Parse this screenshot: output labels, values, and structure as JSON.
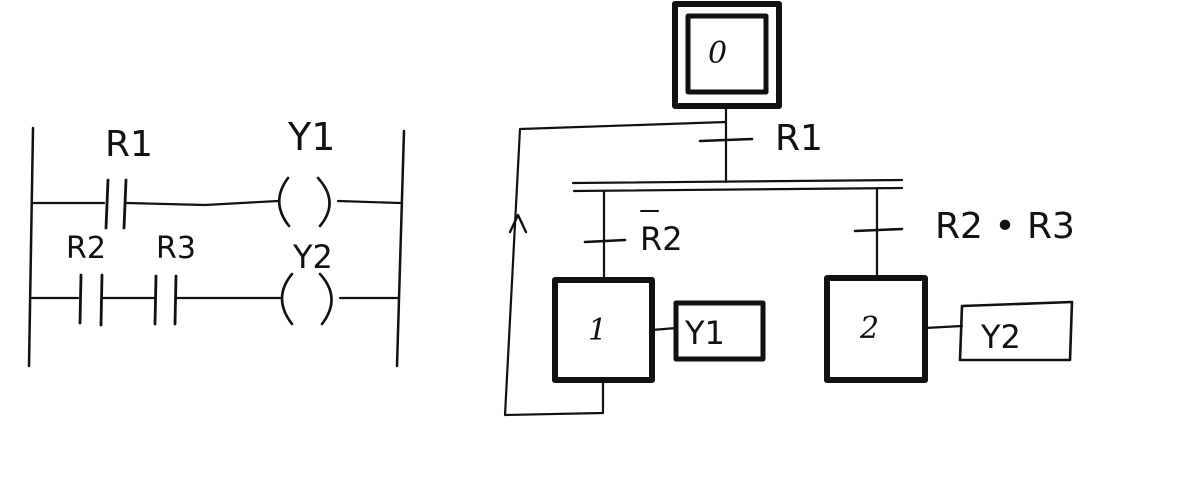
{
  "ladder": {
    "contact1": "R1",
    "coil1": "Y1",
    "contact2": "R2",
    "contact3": "R3",
    "coil2": "Y2"
  },
  "grafcet": {
    "initial_step": "0",
    "transition1": "R1",
    "transition2_base": "R2",
    "transition3": "R2 • R3",
    "step1": "1",
    "step2": "2",
    "action1": "Y1",
    "action2": "Y2"
  }
}
